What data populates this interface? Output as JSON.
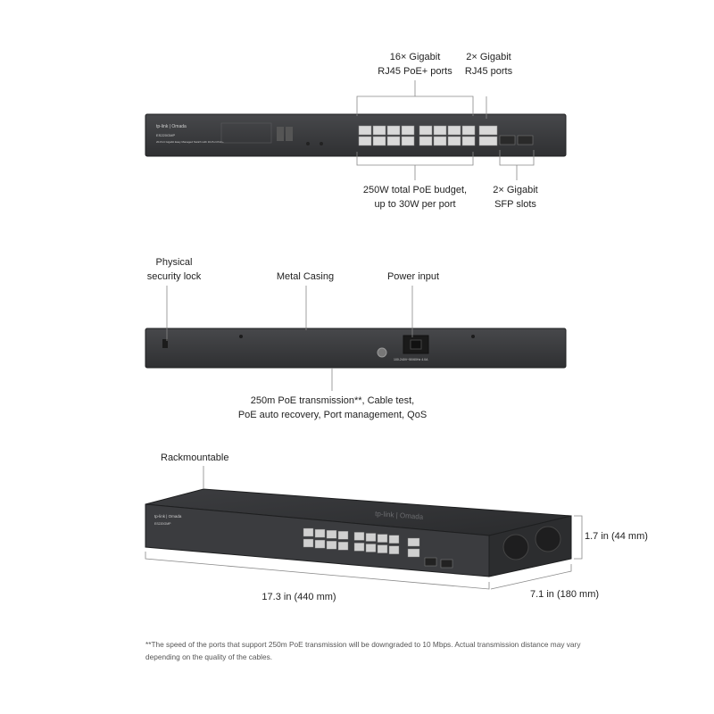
{
  "front": {
    "brand": "tp-link | Omada",
    "model": "ES220GMP",
    "description": "20-Port Gigabit Easy Managed Switch with 16-Port PoE+",
    "callouts": {
      "poe_ports": [
        "16× Gigabit",
        "RJ45 PoE+ ports"
      ],
      "rj45_ports": [
        "2× Gigabit",
        "RJ45 ports"
      ],
      "poe_budget": [
        "250W total PoE budget,",
        "up to 30W per port"
      ],
      "sfp": [
        "2× Gigabit",
        "SFP slots"
      ]
    }
  },
  "rear": {
    "power_rating": "100-240V~50/60Hz 4.0A",
    "callouts": {
      "lock": [
        "Physical",
        "security lock"
      ],
      "casing": "Metal Casing",
      "power": "Power input",
      "features": [
        "250m PoE transmission**, Cable test,",
        "PoE auto recovery, Port management, QoS"
      ]
    }
  },
  "angled": {
    "callouts": {
      "rack": "Rackmountable",
      "height": "1.7 in (44 mm)",
      "width": "17.3 in (440 mm)",
      "depth": "7.1 in (180 mm)"
    }
  },
  "footnote": "**The speed of the ports that support 250m PoE transmission will be downgraded to 10 Mbps. Actual transmission distance may vary depending on the quality of the cables.",
  "colors": {
    "chassis": "#3a3b3d",
    "chassis_dark": "#2a2b2d",
    "port": "#d9d9d9",
    "line": "#888888"
  }
}
